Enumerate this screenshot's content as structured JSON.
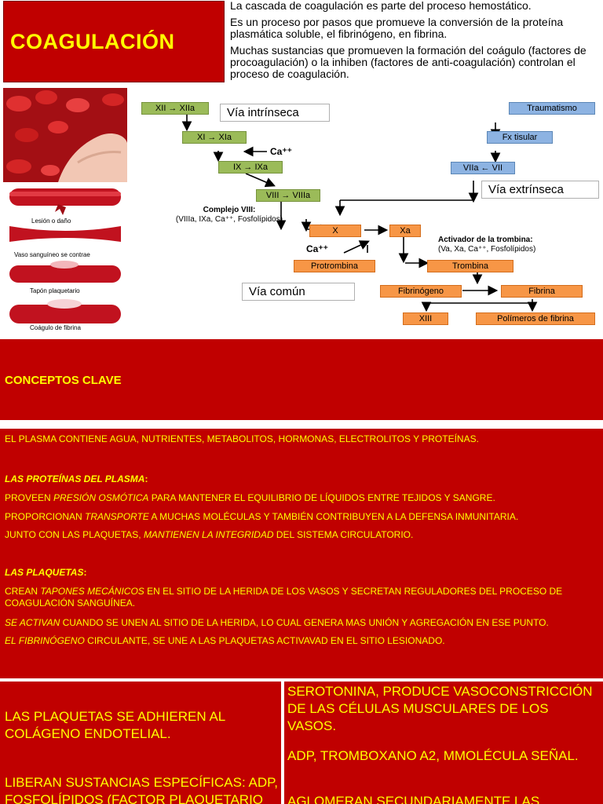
{
  "title": "COAGULACIÓN",
  "intro": [
    "La cascada de coagulación es parte del proceso hemostático.",
    "Es un proceso por pasos que promueve la conversión de la proteína plasmática soluble, el fibrinógeno, en fibrina.",
    "Muchas sustancias que promueven la formación del coágulo (factores de procoagulación) o la inhiben (factores de anti-coagulación) controlan el proceso de coagulación."
  ],
  "vessel_labels": [
    "Lesión o daño",
    "Vaso sanguíneo se contrae",
    "Tapón plaquetario",
    "Coágulo de fibrina"
  ],
  "diagram": {
    "intrinsic_label": "Vía intrínseca",
    "extrinsic_label": "Vía extrínseca",
    "common_label": "Vía común",
    "xii": "XII → XIIa",
    "xi": "XI → XIa",
    "ix": "IX → IXa",
    "viii": "VIII → VIIIa",
    "ca1": "Ca⁺⁺",
    "ca2": "Ca⁺⁺",
    "complejo_title": "Complejo VIII:",
    "complejo_body": "(VIIIa, IXa, Ca⁺⁺, Fosfolípidos)",
    "trauma": "Traumatismo",
    "fx": "Fx tisular",
    "vii": "VIIa ← VII",
    "x": "X",
    "xa": "Xa",
    "activador_title": "Activador de la trombina:",
    "activador_body": "(Va, Xa, Ca⁺⁺, Fosfolípidos)",
    "protrombina": "Protrombina",
    "trombina": "Trombina",
    "fibrinogeno": "Fibrinógeno",
    "fibrina": "Fibrina",
    "xiii": "XIII",
    "polimeros": "Polímeros de fibrina"
  },
  "conceptos": "CONCEPTOS CLAVE",
  "plasma": {
    "line1": "EL PLASMA CONTIENE AGUA, NUTRIENTES, METABOLITOS, HORMONAS, ELECTROLITOS Y PROTEÍNAS.",
    "proteinas_title": "LAS PROTEÍNAS DEL PLASMA",
    "p1a": "PROVEEN ",
    "p1b": "PRESIÓN OSMÓTICA",
    "p1c": " PARA MANTENER EL EQUILIBRIO DE LÍQUIDOS ENTRE TEJIDOS Y SANGRE.",
    "p2a": "PROPORCIONAN ",
    "p2b": "TRANSPORTE",
    "p2c": " A MUCHAS MOLÉCULAS Y TAMBIÉN CONTRIBUYEN A LA DEFENSA INMUNITARIA.",
    "p3a": "JUNTO CON LAS PLAQUETAS, ",
    "p3b": "MANTIENEN LA INTEGRIDAD",
    "p3c": " DEL SISTEMA CIRCULATORIO.",
    "plaquetas_title": "LAS PLAQUETAS",
    "q1a": "CREAN ",
    "q1b": "TAPONES MECÁNICOS",
    "q1c": " EN EL SITIO DE LA HERIDA DE LOS VASOS Y SECRETAN REGULADORES DEL PROCESO DE COAGULACIÓN SANGUÍNEA.",
    "q2a": "SE ACTIVAN",
    "q2b": " CUANDO SE UNEN AL SITIO DE LA HERIDA, LO CUAL GENERA MAS UNIÓN Y AGREGACIÓN EN ESE PUNTO.",
    "q3a": "EL FIBRINÓGENO",
    "q3b": " CIRCULANTE, SE UNE A LAS PLAQUETAS ACTIVAVAD EN EL SITIO LESIONADO."
  },
  "bottom_left": {
    "a": "LAS PLAQUETAS SE ADHIEREN AL COLÁGENO ENDOTELIAL.",
    "b": "LIBERAN SUSTANCIAS ESPECÍFICAS: ADP, FOSFOLÍPIDOS (FACTOR PLAQUETARIO"
  },
  "bottom_right": {
    "a": "SEROTONINA, PRODUCE VASOCONSTRICCIÓN DE LAS CÉLULAS MUSCULARES DE LOS VASOS.",
    "b": "ADP, TROMBOXANO A2, MMOLÉCULA SEÑAL.",
    "c": "AGLOMERAN SECUNDARIAMENTE LAS"
  },
  "colors": {
    "red": "#c00000",
    "yellow": "#ffff00"
  }
}
